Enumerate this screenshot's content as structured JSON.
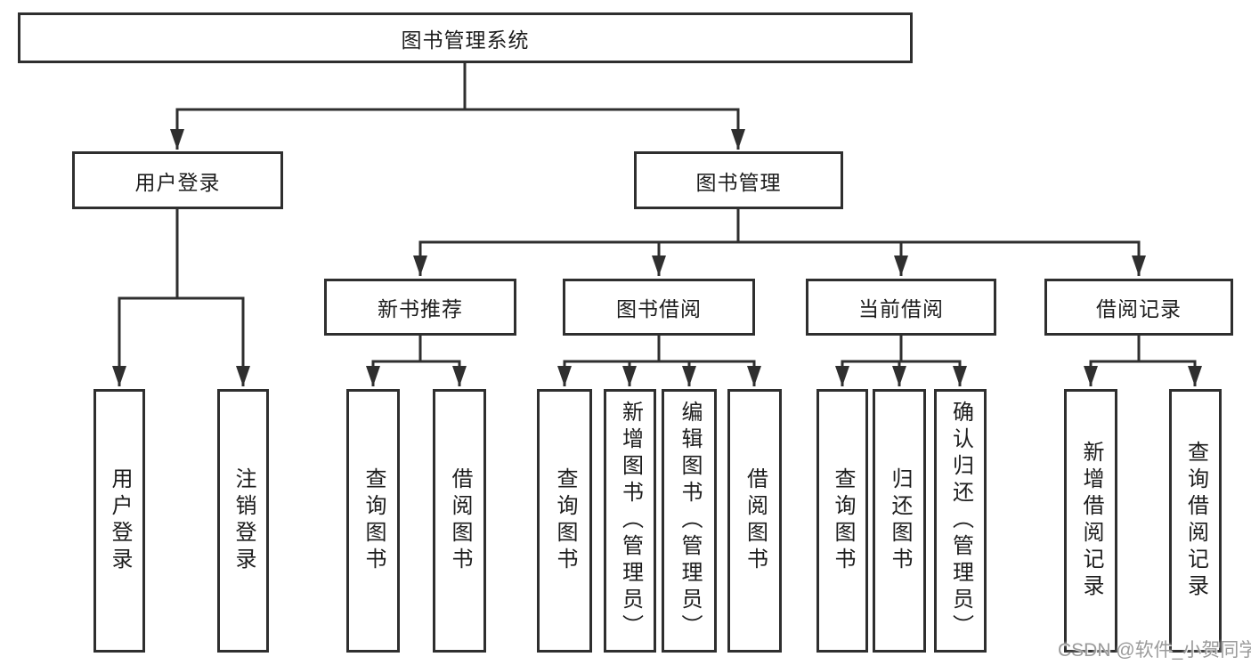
{
  "diagram": {
    "root": {
      "label": "图书管理系统"
    },
    "level2": {
      "user_login": {
        "label": "用户登录"
      },
      "book_management": {
        "label": "图书管理"
      }
    },
    "level3": {
      "new_book_recommend": {
        "label": "新书推荐"
      },
      "book_borrowing": {
        "label": "图书借阅"
      },
      "current_borrowing": {
        "label": "当前借阅"
      },
      "borrowing_records": {
        "label": "借阅记录"
      }
    },
    "leaves": {
      "user_login": "用户登录",
      "logout": "注销登录",
      "rec_query_books": "查询图书",
      "rec_borrow_books": "借阅图书",
      "bb_query_books": "查询图书",
      "bb_add_books_admin": "新增图书（管理员）",
      "bb_edit_books_admin": "编辑图书（管理员）",
      "bb_borrow_books": "借阅图书",
      "cb_query_books": "查询图书",
      "cb_return_books": "归还图书",
      "cb_confirm_return_admin": "确认归还（管理员）",
      "br_add_record": "新增借阅记录",
      "br_query_record": "查询借阅记录"
    },
    "watermark": "CSDN @软件_小贺同学",
    "colors": {
      "line": "#2f2f2f",
      "box_border": "#2f2f2f",
      "box_fill": "#ffffff",
      "text": "#1d1d1d",
      "watermark": "#9b9b9b",
      "background": "#ffffff"
    }
  }
}
